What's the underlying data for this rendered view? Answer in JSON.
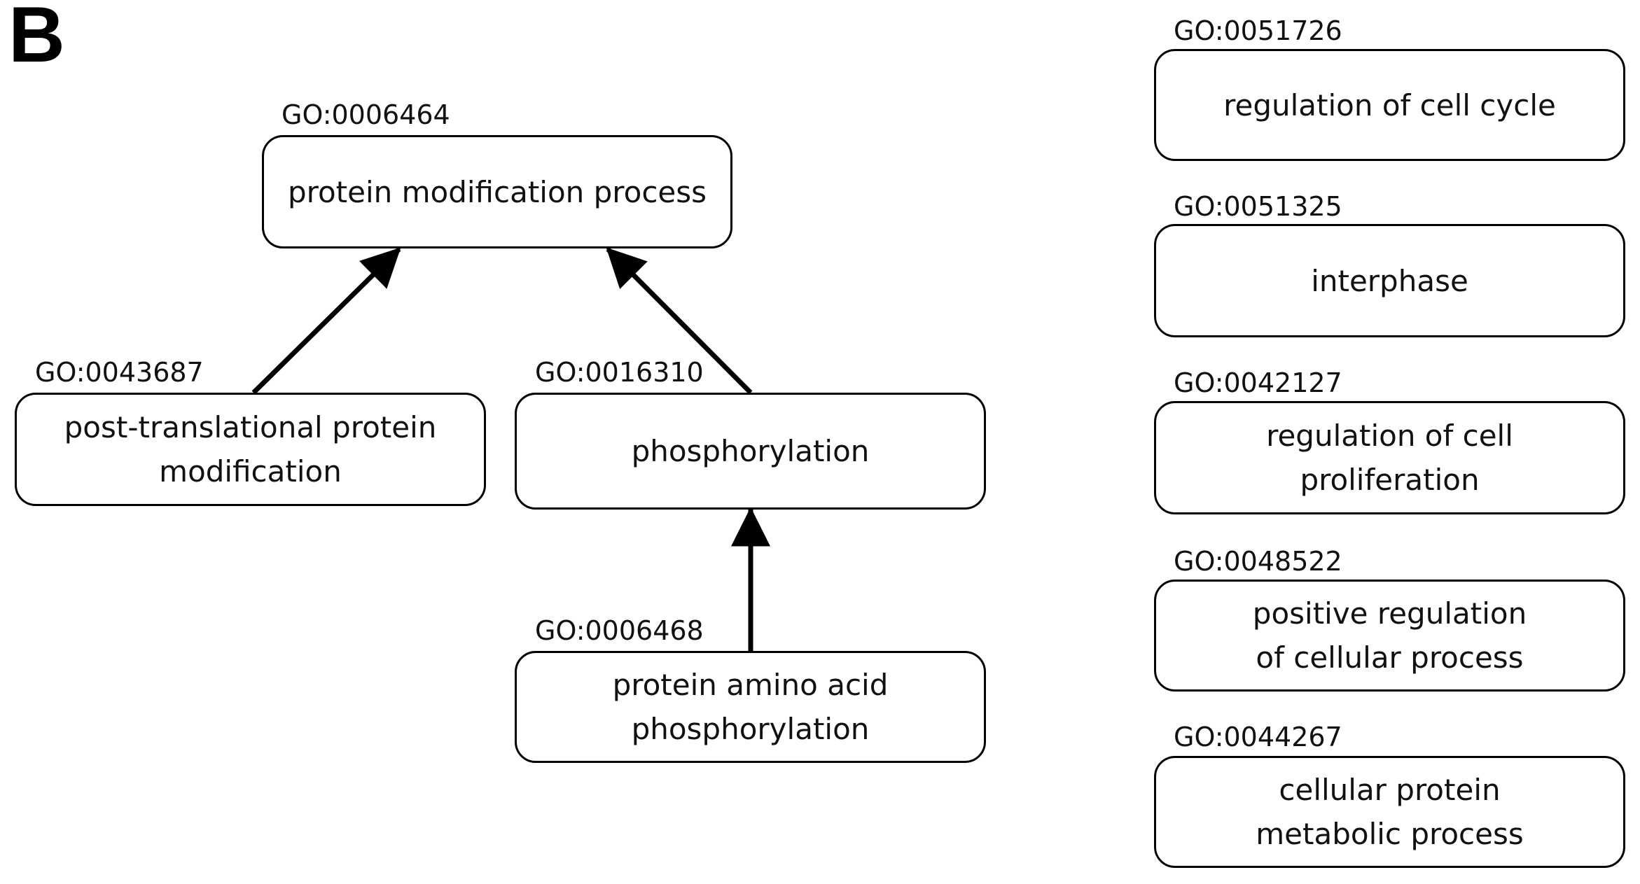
{
  "panel_label": "B",
  "hierarchy": {
    "nodes": [
      {
        "id": "GO:0006464",
        "label": "protein modification process"
      },
      {
        "id": "GO:0043687",
        "label": "post-translational protein modification"
      },
      {
        "id": "GO:0016310",
        "label": "phosphorylation"
      },
      {
        "id": "GO:0006468",
        "label": "protein amino acid phosphorylation"
      }
    ],
    "edges": [
      {
        "from": "GO:0043687",
        "to": "GO:0006464"
      },
      {
        "from": "GO:0016310",
        "to": "GO:0006464"
      },
      {
        "from": "GO:0006468",
        "to": "GO:0016310"
      }
    ]
  },
  "standalone_terms": [
    {
      "id": "GO:0051726",
      "label": "regulation of cell cycle"
    },
    {
      "id": "GO:0051325",
      "label": "interphase"
    },
    {
      "id": "GO:0042127",
      "label": "regulation of cell proliferation"
    },
    {
      "id": "GO:0048522",
      "label": "positive regulation of cellular process"
    },
    {
      "id": "GO:0044267",
      "label": "cellular protein metabolic process"
    }
  ]
}
